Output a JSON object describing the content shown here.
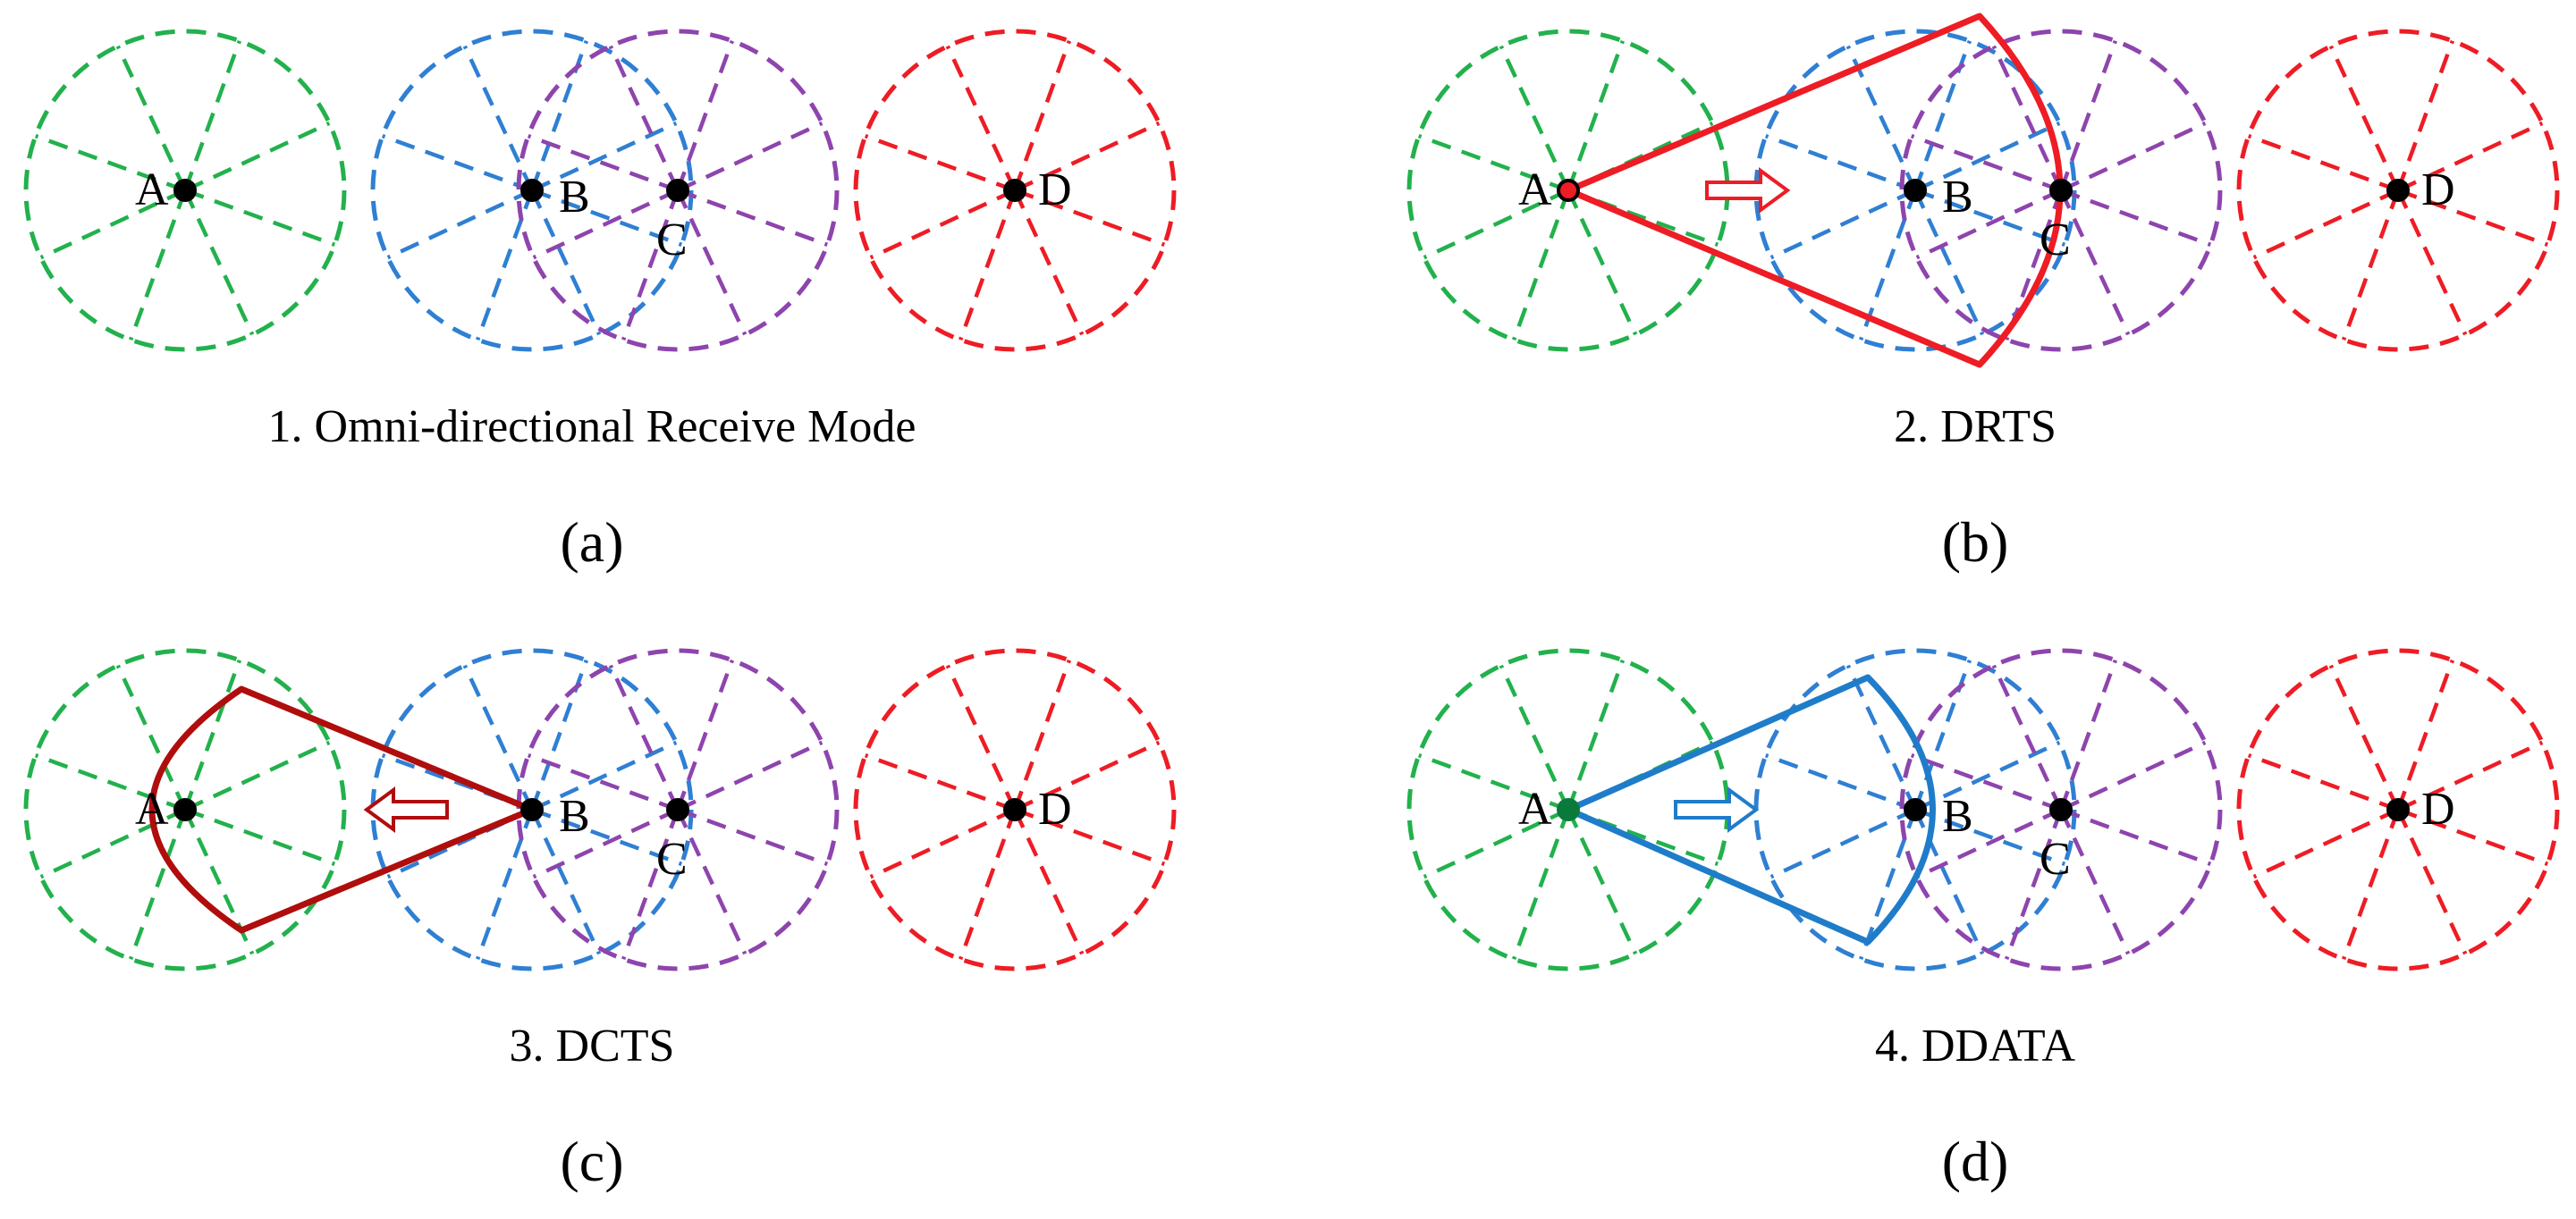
{
  "colors": {
    "A": "#22b14c",
    "B": "#2f7fd3",
    "C": "#8e44ad",
    "D": "#ee1c24",
    "beam_b": "#ee1c24",
    "beam_c": "#b00d0d",
    "beam_d": "#1f7cc9"
  },
  "nodes": [
    "A",
    "B",
    "C",
    "D"
  ],
  "panels": [
    {
      "id": "a",
      "caption": "1. Omni-directional Receive Mode",
      "subfig": "(a)",
      "beam": null
    },
    {
      "id": "b",
      "caption": "2. DRTS",
      "subfig": "(b)",
      "beam": {
        "from": "A",
        "to": "B",
        "color_key": "beam_b",
        "arrow": "right"
      }
    },
    {
      "id": "c",
      "caption": "3. DCTS",
      "subfig": "(c)",
      "beam": {
        "from": "B",
        "to": "A",
        "color_key": "beam_c",
        "arrow": "left"
      }
    },
    {
      "id": "d",
      "caption": "4. DDATA",
      "subfig": "(d)",
      "beam": {
        "from": "A",
        "to": "B",
        "color_key": "beam_d",
        "arrow": "right"
      }
    }
  ]
}
